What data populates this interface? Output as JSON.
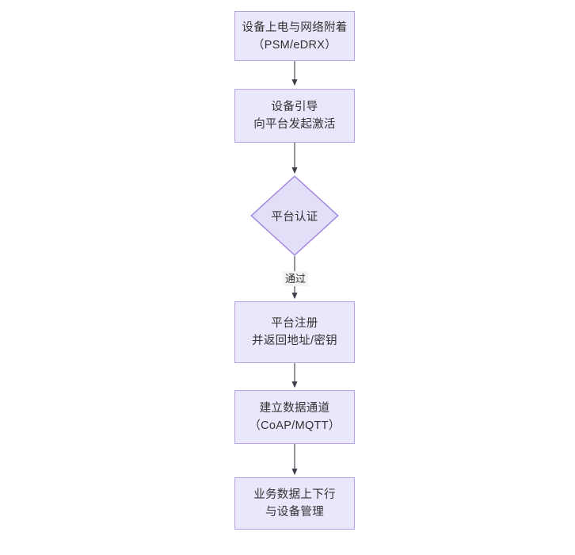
{
  "diagram": {
    "type": "flowchart",
    "orientation": "top-to-bottom",
    "background_color": "#ffffff",
    "node_fill_color": "#e9e7fb",
    "node_border_color": "#b9a3e3",
    "text_color": "#333333",
    "edge_color": "#3d3d48",
    "nodes": [
      {
        "id": "n1",
        "shape": "rectangle",
        "lines": [
          "设备上电与网络附着",
          "（PSM/eDRX）"
        ]
      },
      {
        "id": "n2",
        "shape": "rectangle",
        "lines": [
          "设备引导",
          "向平台发起激活"
        ]
      },
      {
        "id": "n3",
        "shape": "diamond",
        "lines": [
          "平台认证"
        ]
      },
      {
        "id": "n4",
        "shape": "rectangle",
        "lines": [
          "平台注册",
          "并返回地址/密钥"
        ]
      },
      {
        "id": "n5",
        "shape": "rectangle",
        "lines": [
          "建立数据通道",
          "（CoAP/MQTT）"
        ]
      },
      {
        "id": "n6",
        "shape": "rectangle",
        "lines": [
          "业务数据上下行",
          "与设备管理"
        ]
      }
    ],
    "edges": [
      {
        "from": "n1",
        "to": "n2",
        "label": ""
      },
      {
        "from": "n2",
        "to": "n3",
        "label": ""
      },
      {
        "from": "n3",
        "to": "n4",
        "label": "通过"
      },
      {
        "from": "n4",
        "to": "n5",
        "label": ""
      },
      {
        "from": "n5",
        "to": "n6",
        "label": ""
      }
    ]
  }
}
